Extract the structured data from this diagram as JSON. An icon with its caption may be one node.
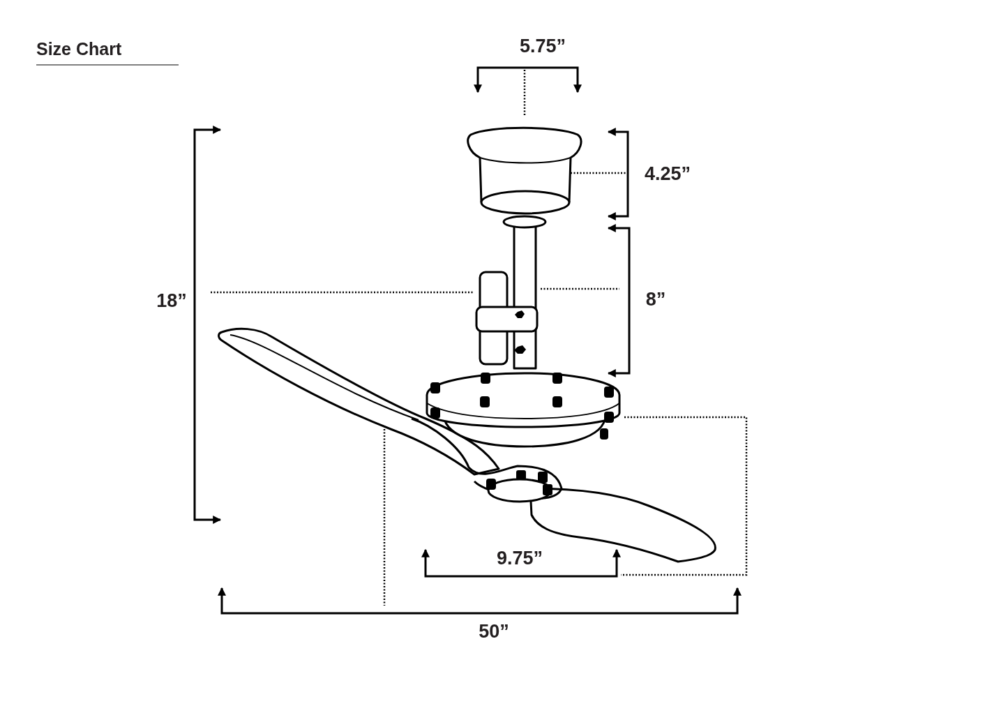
{
  "diagram": {
    "title": "Size Chart",
    "labels": [
      "5.75”",
      "4.25”",
      "18”",
      "8”",
      "9.75”",
      "50”"
    ]
  }
}
